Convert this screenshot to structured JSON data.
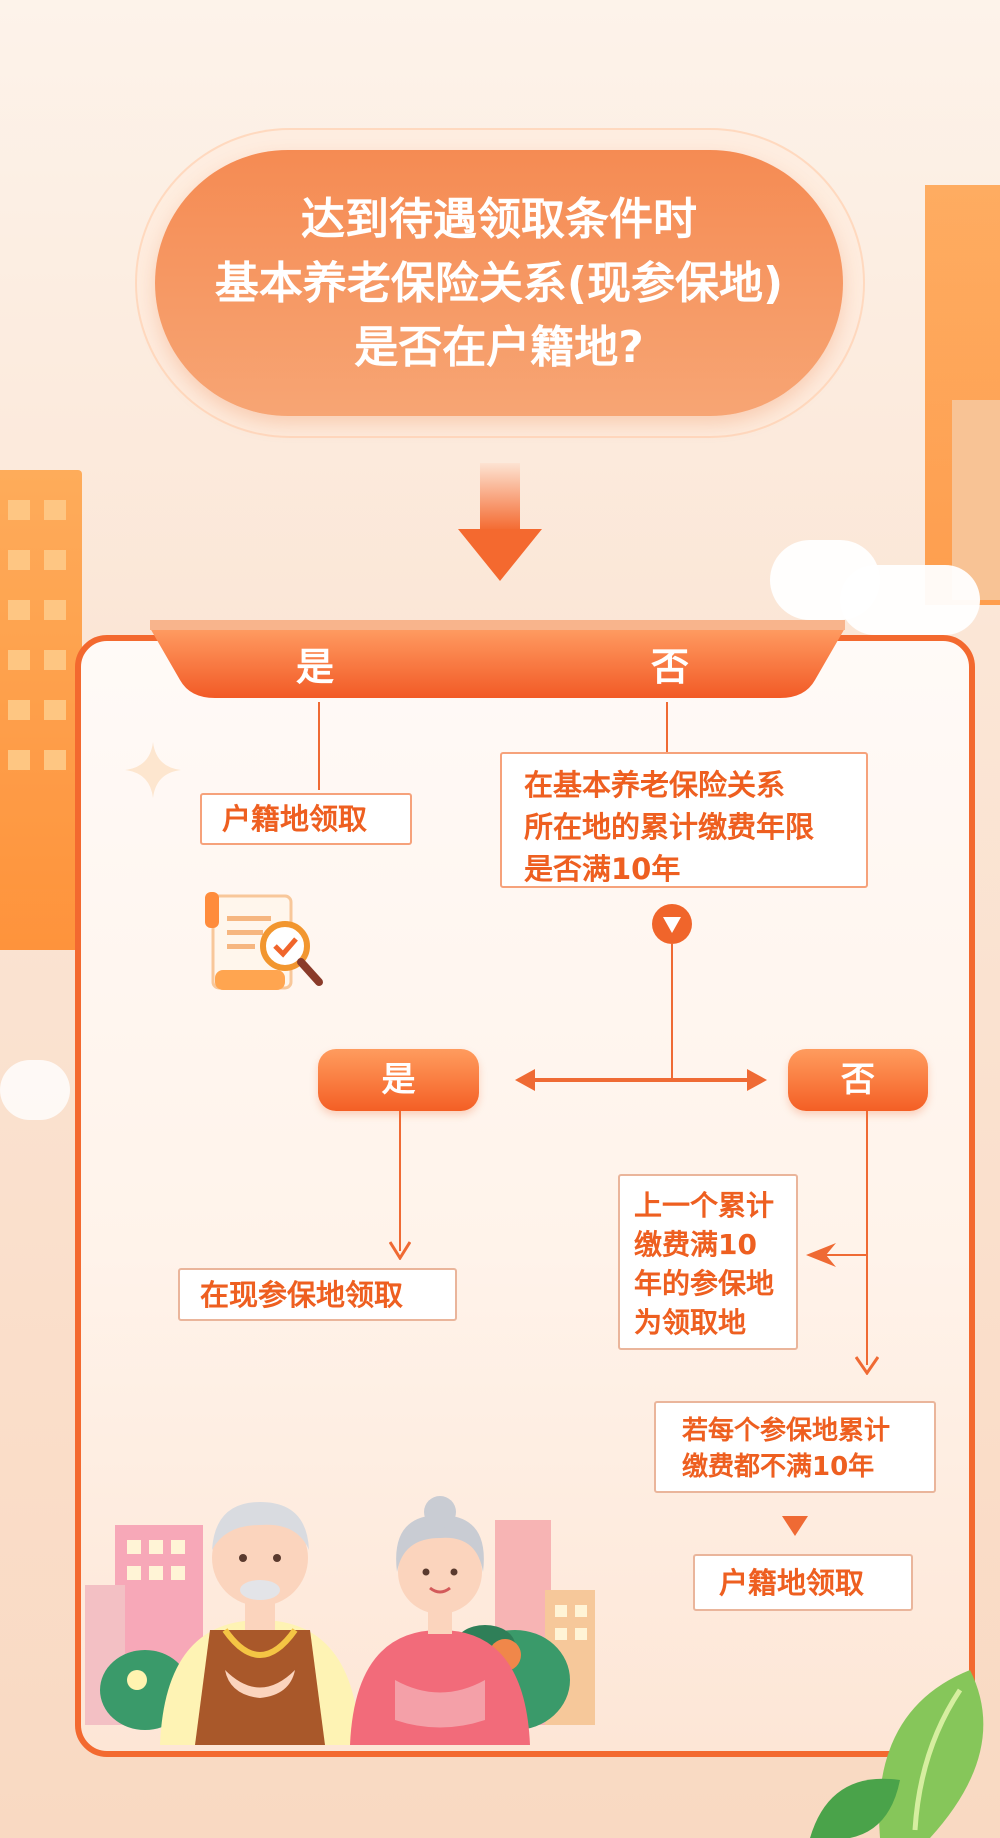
{
  "question": {
    "line1": "达到待遇领取条件时",
    "line2": "基本养老保险关系(现参保地)",
    "line3": "是否在户籍地?"
  },
  "tab": {
    "yes": "是",
    "no": "否"
  },
  "left_branch": {
    "result": "户籍地领取"
  },
  "right_branch": {
    "question": [
      "在基本养老保险关系",
      "所在地的累计缴费年限",
      "是否满10年"
    ],
    "yes_button": "是",
    "no_button": "否",
    "yes_result": "在现参保地领取",
    "no_result": [
      "上一个累计",
      "缴费满10",
      "年的参保地",
      "为领取地"
    ],
    "condition": [
      "若每个参保地累计",
      "缴费都不满10年"
    ],
    "final_result": "户籍地领取"
  },
  "colors": {
    "accent": "#f3692f",
    "pill": "#f58b53",
    "box_text": "#ee5f20",
    "background": "#fbe6d6"
  }
}
